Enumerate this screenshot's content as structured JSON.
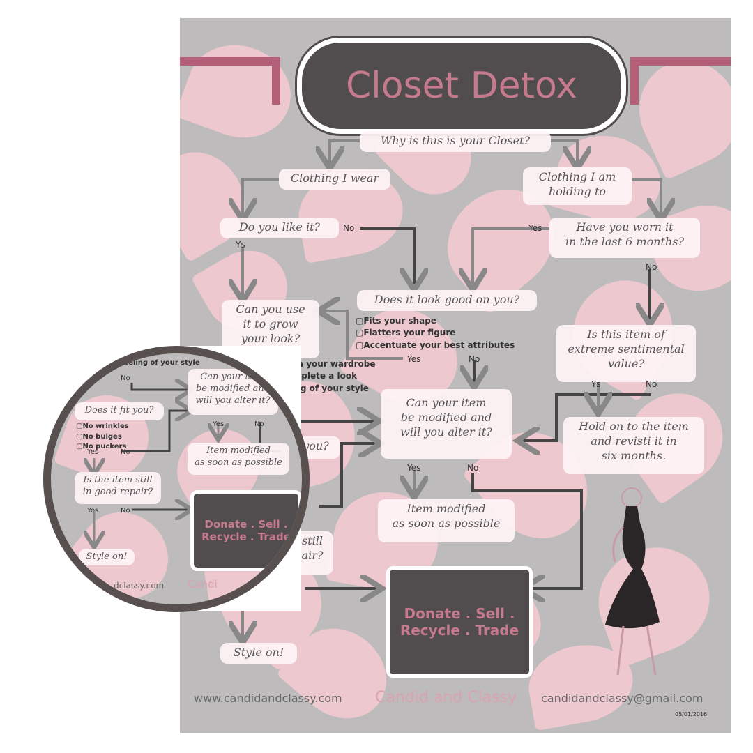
{
  "title": "Closet Detox",
  "nodes": {
    "why": "Why is this is your Closet?",
    "clothing_wear": "Clothing I wear",
    "clothing_holding_1": "Clothing I am",
    "clothing_holding_2": "holding to",
    "like_it": "Do you like it?",
    "worn_1": "Have you worn it",
    "worn_2": "in the last 6 months?",
    "look_good": "Does it look  good on you?",
    "grow_1": "Can you use",
    "grow_2": "it to grow",
    "grow_3": "your look?",
    "sentimental_1": "Is this item of",
    "sentimental_2": "extreme sentimental",
    "sentimental_3": "value?",
    "modify_1": "Can your item",
    "modify_2": "be modified and",
    "modify_3": "will you alter it?",
    "hold_1": "Hold on to the item",
    "hold_2": "and revisti it in",
    "hold_3": "six months.",
    "fit_partial": "you?",
    "item_modified_1": "Item modified",
    "item_modified_2": "as soon as possible",
    "repair_partial_1": "still",
    "repair_partial_2": "air?",
    "donate_1": "Donate . Sell .",
    "donate_2": "Recycle . Trade",
    "style_on": "Style on!"
  },
  "labels": {
    "yes": "Yes",
    "no": "No",
    "ys": "Ys",
    "no_partial": "No"
  },
  "look_checks": [
    "Fits your shape",
    "Flatters your figure",
    "Accentuate your best attributes"
  ],
  "grow_checks": [
    "Fills a nitch in your wardrobe",
    "Works to complete a look",
    "Overall feeling of your style"
  ],
  "footer": {
    "website": "www.candidandclassy.com",
    "brand": "Candid and Classy",
    "email": "candidandclassy@gmail.com",
    "date": "05/01/2016"
  },
  "zoom": {
    "top_text": "feeling of your style",
    "no_top": "No",
    "modify_1": "Can your item",
    "modify_2": "be modified and",
    "modify_3": "will you alter it?",
    "fit": "Does it fit you?",
    "fit_checks": [
      "No wrinkles",
      "No bulges",
      "No puckers"
    ],
    "yes": "Yes",
    "no": "No",
    "item_modified_1": "Item modified",
    "item_modified_2": "as soon as possible",
    "repair_1": "Is the item still",
    "repair_2": "in good repair?",
    "donate_1": "Donate . Sell .",
    "donate_2": "Recycle . Trade",
    "style_on": "Style on!",
    "website_partial": "dclassy.com",
    "brand_partial": "Candi"
  },
  "colors": {
    "background_gray": "#bdbbbb",
    "petal_pink": "#efc8cf",
    "title_plate": "#514c4d",
    "title_text": "#c57a8d",
    "accent_bracket": "#b45f78",
    "zoom_ring": "#58504f"
  }
}
